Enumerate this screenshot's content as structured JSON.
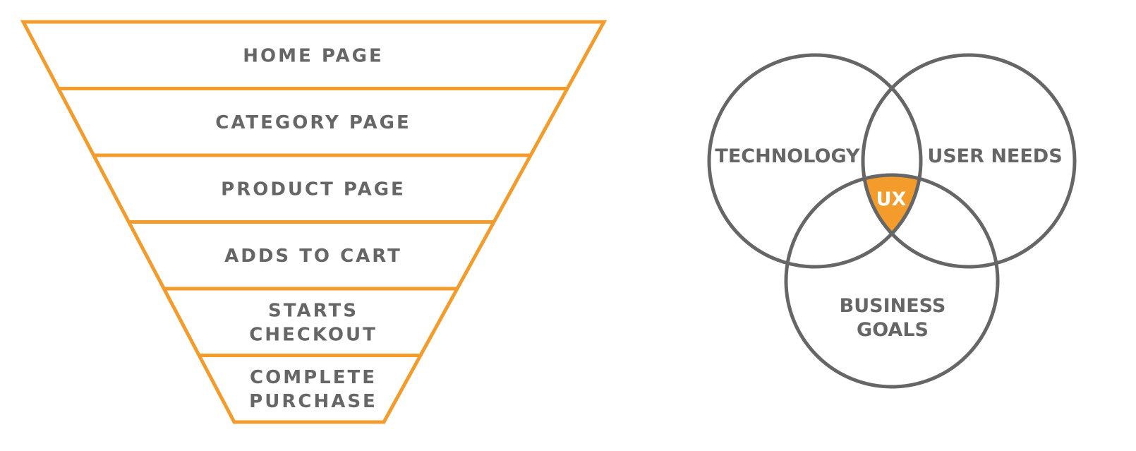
{
  "funnel": {
    "stages": [
      {
        "lines": [
          "HOME PAGE"
        ]
      },
      {
        "lines": [
          "CATEGORY PAGE"
        ]
      },
      {
        "lines": [
          "PRODUCT PAGE"
        ]
      },
      {
        "lines": [
          "ADDS TO CART"
        ]
      },
      {
        "lines": [
          "STARTS",
          "CHECKOUT"
        ]
      },
      {
        "lines": [
          "COMPLETE",
          "PURCHASE"
        ]
      }
    ]
  },
  "venn": {
    "left_label": "TECHNOLOGY",
    "right_label": "USER NEEDS",
    "bottom_label_line1": "BUSINESS",
    "bottom_label_line2": "GOALS",
    "center_label": "UX"
  },
  "colors": {
    "orange": "#F39C2C",
    "gray": "#666666",
    "white": "#FFFFFF"
  }
}
